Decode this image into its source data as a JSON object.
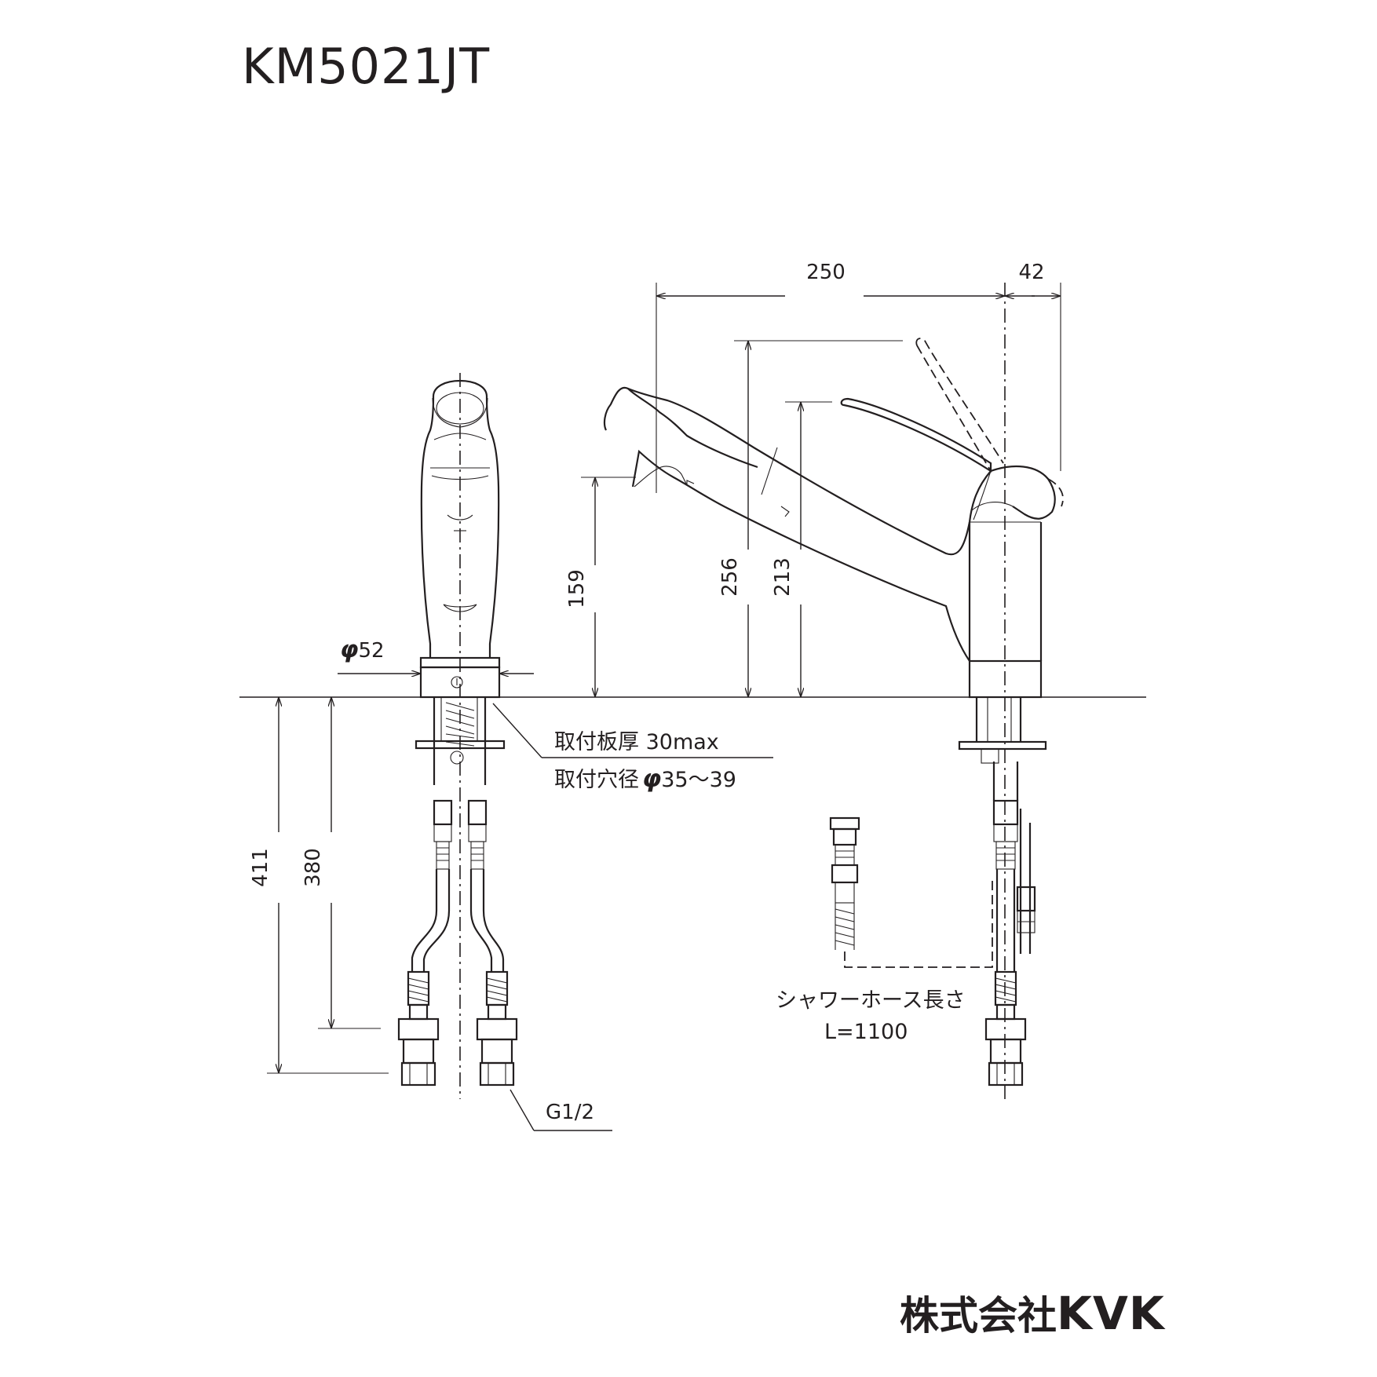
{
  "header": {
    "model": "KM5021JT"
  },
  "footer": {
    "company": "株式会社",
    "brand": "KVK"
  },
  "dimensions": {
    "spout_reach": "250",
    "handle_offset": "42",
    "handle_height": "256",
    "lever_height": "213",
    "spout_height": "159",
    "base_diameter_symbol": "φ",
    "base_diameter": "52",
    "total_length": "411",
    "hose_length": "380"
  },
  "notes": {
    "plate_thickness": "取付板厚 30max",
    "hole_diameter_label": "取付穴径",
    "hole_diameter_symbol": "φ",
    "hole_diameter_value": "35〜39",
    "connection": "G1/2",
    "shower_hose_label": "シャワーホース長さ",
    "shower_hose_length": "L=1100"
  },
  "icons": [
    "faucet-front-view",
    "faucet-side-view",
    "shower-hose-connector"
  ]
}
